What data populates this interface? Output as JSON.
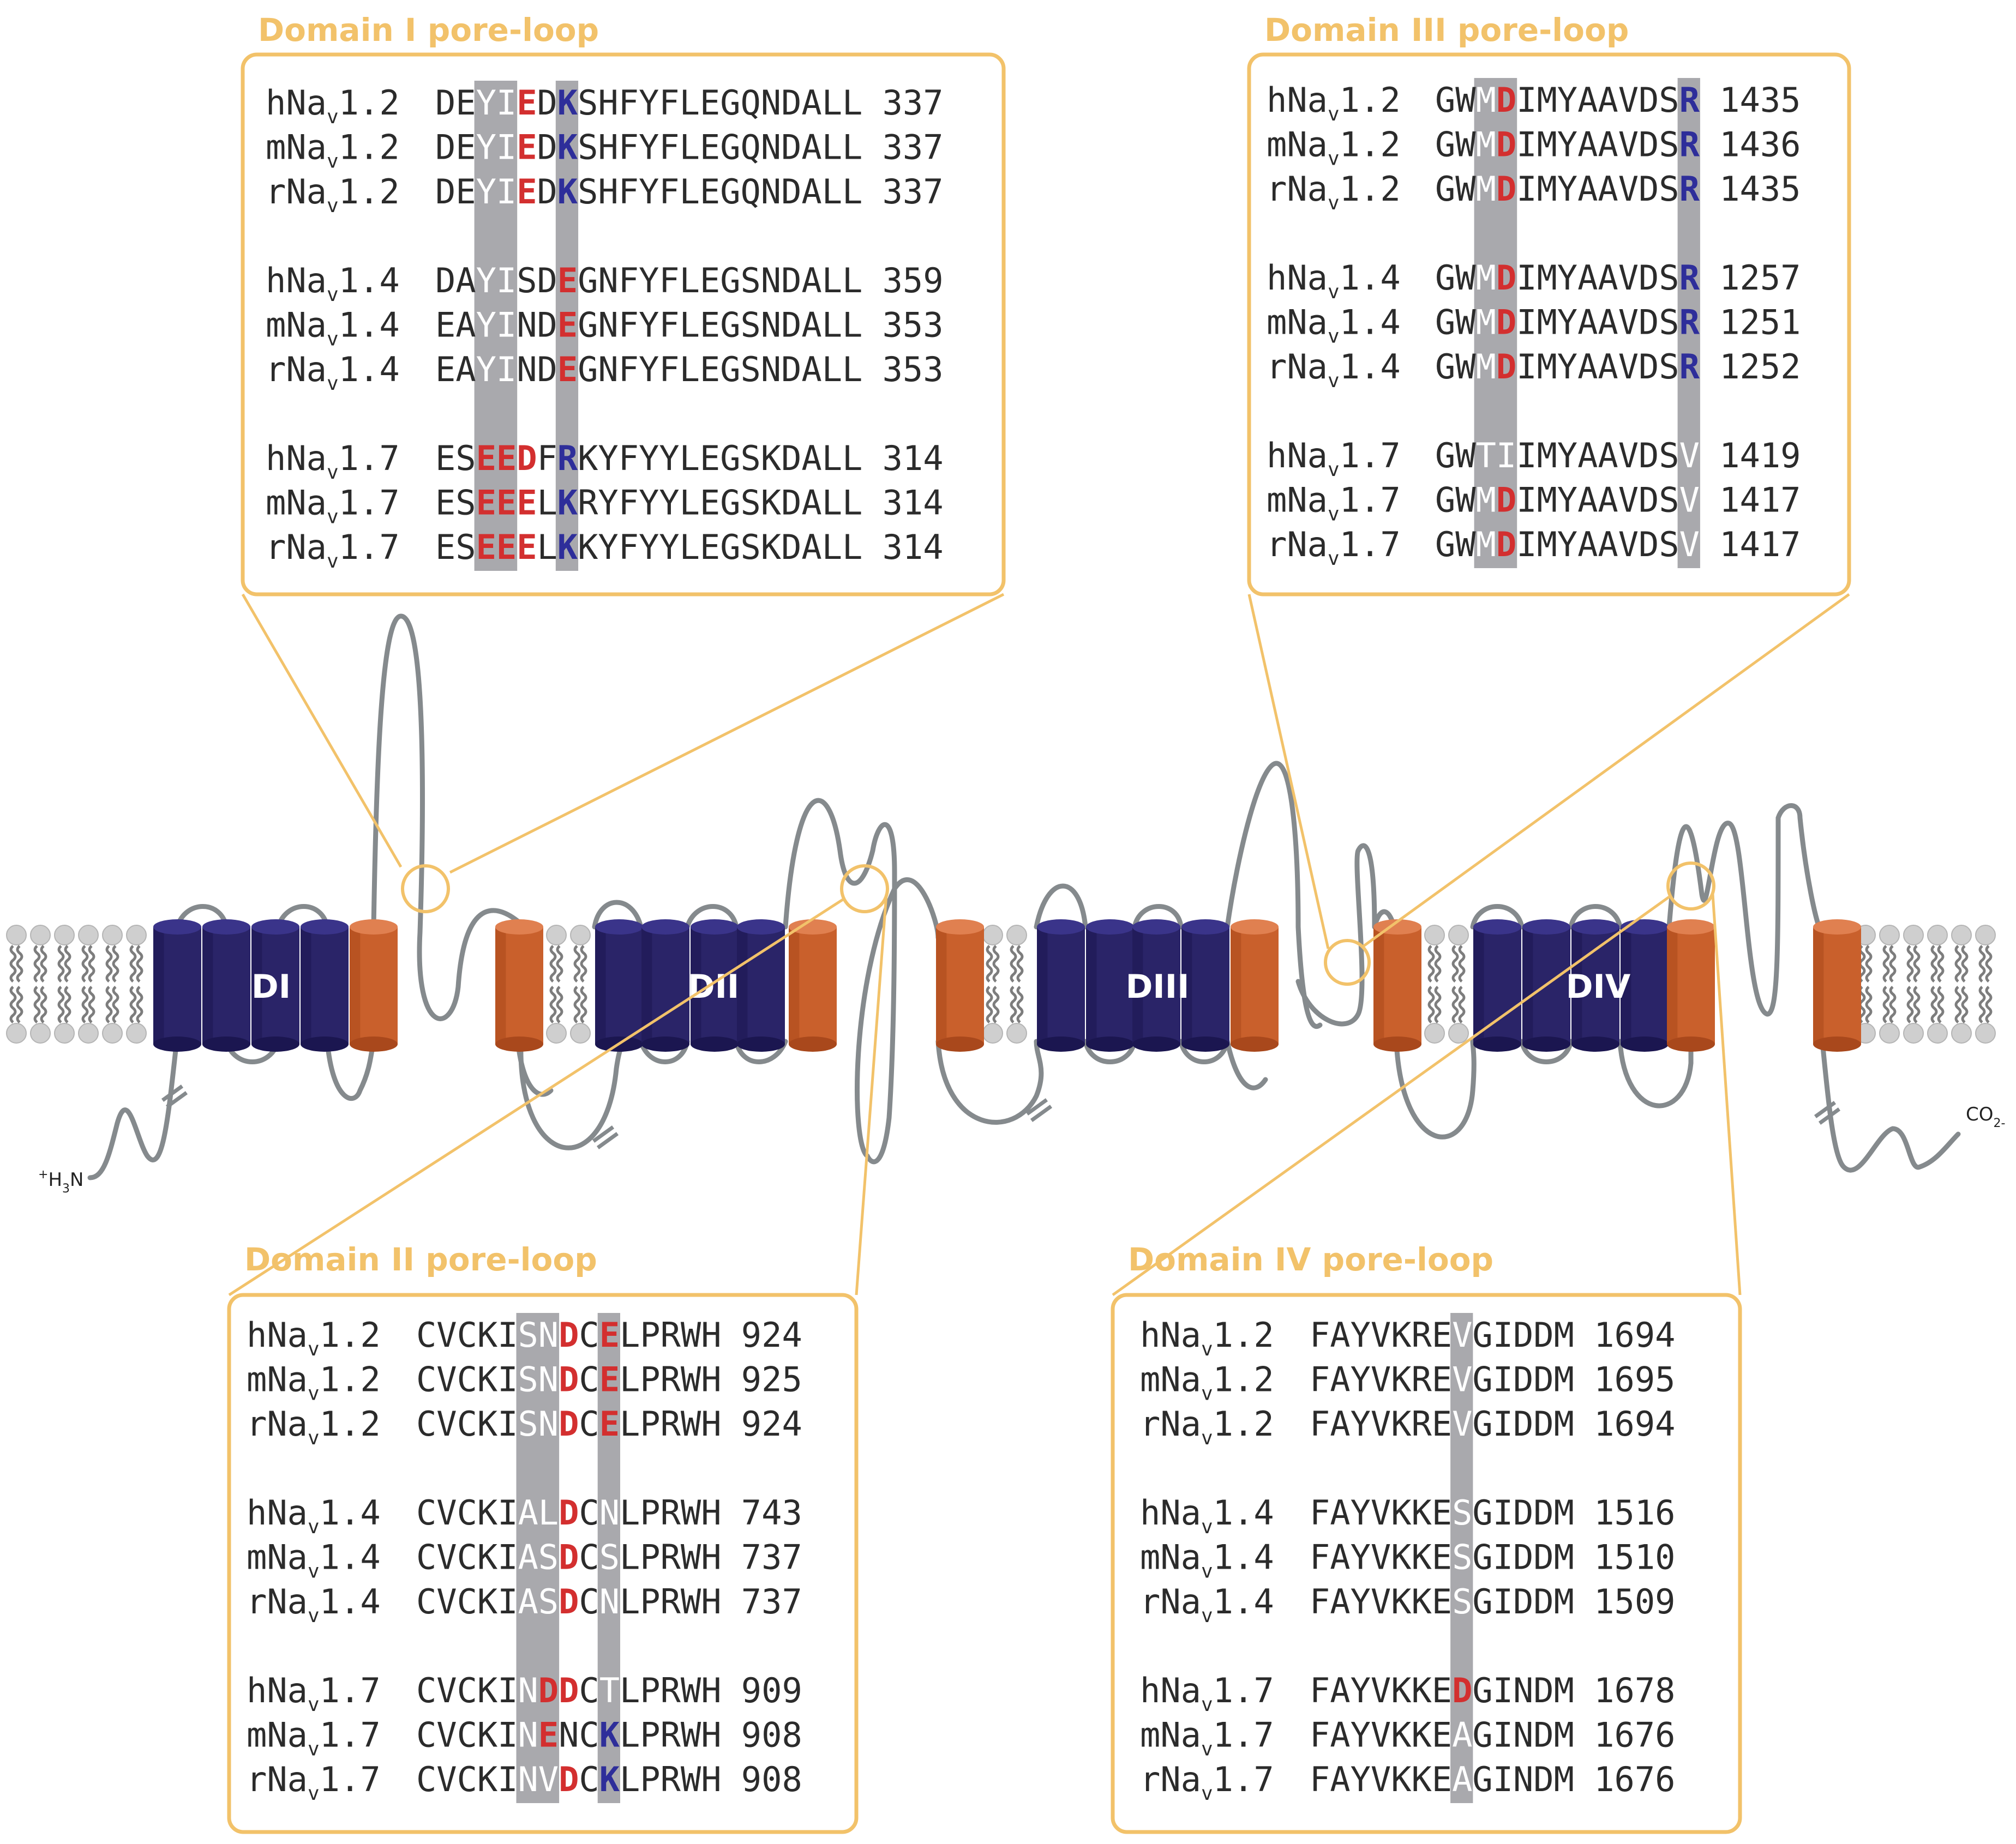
{
  "colors": {
    "box_border": "#f2c26a",
    "highlight_gray": "#a9a9ad",
    "residue_red": "#d32f2f",
    "residue_blue": "#2e2e9a",
    "helix_navy": "#2a2468",
    "helix_orange": "#c9602c",
    "loop_gray": "#858a8d"
  },
  "domains": [
    {
      "id": "DI",
      "label": "DI"
    },
    {
      "id": "DII",
      "label": "DII"
    },
    {
      "id": "DIII",
      "label": "DIII"
    },
    {
      "id": "DIV",
      "label": "DIV"
    }
  ],
  "termini": {
    "n": "+H3N",
    "c": "CO2-"
  },
  "boxes": [
    {
      "id": "domain-1",
      "title": "Domain I pore-loop",
      "rows": [
        {
          "species": "h",
          "subtype": "1.2",
          "seq": "DEYIEDKSHFYFLEGQNDALL",
          "num": "337",
          "red": [
            4
          ],
          "blue": [
            6
          ]
        },
        {
          "species": "m",
          "subtype": "1.2",
          "seq": "DEYIEDKSHFYFLEGQNDALL",
          "num": "337",
          "red": [
            4
          ],
          "blue": [
            6
          ]
        },
        {
          "species": "r",
          "subtype": "1.2",
          "seq": "DEYIEDKSHFYFLEGQNDALL",
          "num": "337",
          "red": [
            4
          ],
          "blue": [
            6
          ]
        },
        {
          "species": "h",
          "subtype": "1.4",
          "seq": "DAYISDEGNFYFLEGSNDALL",
          "num": "359",
          "red": [
            6
          ],
          "blue": []
        },
        {
          "species": "m",
          "subtype": "1.4",
          "seq": "EAYINDEGNFYFLEGSNDALL",
          "num": "353",
          "red": [
            6
          ],
          "blue": []
        },
        {
          "species": "r",
          "subtype": "1.4",
          "seq": "EAYINDEGNFYFLEGSNDALL",
          "num": "353",
          "red": [
            6
          ],
          "blue": []
        },
        {
          "species": "h",
          "subtype": "1.7",
          "seq": "ESEEDFRKYFYYLEGSKDALL",
          "num": "314",
          "red": [
            2,
            3,
            4
          ],
          "blue": [
            6
          ]
        },
        {
          "species": "m",
          "subtype": "1.7",
          "seq": "ESEEELKRYFYYLEGSKDALL",
          "num": "314",
          "red": [
            2,
            3,
            4
          ],
          "blue": [
            6
          ]
        },
        {
          "species": "r",
          "subtype": "1.7",
          "seq": "ESEEELKKYFYYLEGSKDALL",
          "num": "314",
          "red": [
            2,
            3,
            4
          ],
          "blue": [
            6
          ]
        }
      ]
    },
    {
      "id": "domain-3",
      "title": "Domain III pore-loop",
      "rows": [
        {
          "species": "h",
          "subtype": "1.2",
          "seq": "GWMDIMYAAVDSR",
          "num": "1435",
          "red": [
            3
          ],
          "blue": [
            12
          ]
        },
        {
          "species": "m",
          "subtype": "1.2",
          "seq": "GWMDIMYAAVDSR",
          "num": "1436",
          "red": [
            3
          ],
          "blue": [
            12
          ]
        },
        {
          "species": "r",
          "subtype": "1.2",
          "seq": "GWMDIMYAAVDSR",
          "num": "1435",
          "red": [
            3
          ],
          "blue": [
            12
          ]
        },
        {
          "species": "h",
          "subtype": "1.4",
          "seq": "GWMDIMYAAVDSR",
          "num": "1257",
          "red": [
            3
          ],
          "blue": [
            12
          ]
        },
        {
          "species": "m",
          "subtype": "1.4",
          "seq": "GWMDIMYAAVDSR",
          "num": "1251",
          "red": [
            3
          ],
          "blue": [
            12
          ]
        },
        {
          "species": "r",
          "subtype": "1.4",
          "seq": "GWMDIMYAAVDSR",
          "num": "1252",
          "red": [
            3
          ],
          "blue": [
            12
          ]
        },
        {
          "species": "h",
          "subtype": "1.7",
          "seq": "GWTIIMYAAVDSV",
          "num": "1419",
          "red": [],
          "blue": []
        },
        {
          "species": "m",
          "subtype": "1.7",
          "seq": "GWMDIMYAAVDSV",
          "num": "1417",
          "red": [
            3
          ],
          "blue": []
        },
        {
          "species": "r",
          "subtype": "1.7",
          "seq": "GWMDIMYAAVDSV",
          "num": "1417",
          "red": [
            3
          ],
          "blue": []
        }
      ]
    },
    {
      "id": "domain-2",
      "title": "Domain II pore-loop",
      "rows": [
        {
          "species": "h",
          "subtype": "1.2",
          "seq": "CVCKISNDCELPRWH",
          "num": "924",
          "red": [
            7,
            9
          ],
          "blue": []
        },
        {
          "species": "m",
          "subtype": "1.2",
          "seq": "CVCKISNDCELPRWH",
          "num": "925",
          "red": [
            7,
            9
          ],
          "blue": []
        },
        {
          "species": "r",
          "subtype": "1.2",
          "seq": "CVCKISNDCELPRWH",
          "num": "924",
          "red": [
            7,
            9
          ],
          "blue": []
        },
        {
          "species": "h",
          "subtype": "1.4",
          "seq": "CVCKIALDCNLPRWH",
          "num": "743",
          "red": [
            7
          ],
          "blue": []
        },
        {
          "species": "m",
          "subtype": "1.4",
          "seq": "CVCKIASDCSLPRWH",
          "num": "737",
          "red": [
            7
          ],
          "blue": []
        },
        {
          "species": "r",
          "subtype": "1.4",
          "seq": "CVCKIASDCNLPRWH",
          "num": "737",
          "red": [
            7
          ],
          "blue": []
        },
        {
          "species": "h",
          "subtype": "1.7",
          "seq": "CVCKINDDCTLPRWH",
          "num": "909",
          "red": [
            6,
            7
          ],
          "blue": []
        },
        {
          "species": "m",
          "subtype": "1.7",
          "seq": "CVCKINENCKLPRWH",
          "num": "908",
          "red": [
            6
          ],
          "blue": [
            9
          ]
        },
        {
          "species": "r",
          "subtype": "1.7",
          "seq": "CVCKINVDCKLPRWH",
          "num": "908",
          "red": [
            7
          ],
          "blue": [
            9
          ]
        }
      ]
    },
    {
      "id": "domain-4",
      "title": "Domain IV pore-loop",
      "rows": [
        {
          "species": "h",
          "subtype": "1.2",
          "seq": "FAYVKREVGIDDM",
          "num": "1694",
          "red": [],
          "blue": []
        },
        {
          "species": "m",
          "subtype": "1.2",
          "seq": "FAYVKREVGIDDM",
          "num": "1695",
          "red": [],
          "blue": []
        },
        {
          "species": "r",
          "subtype": "1.2",
          "seq": "FAYVKREVGIDDM",
          "num": "1694",
          "red": [],
          "blue": []
        },
        {
          "species": "h",
          "subtype": "1.4",
          "seq": "FAYVKKESGIDDM",
          "num": "1516",
          "red": [],
          "blue": []
        },
        {
          "species": "m",
          "subtype": "1.4",
          "seq": "FAYVKKESGIDDM",
          "num": "1510",
          "red": [],
          "blue": []
        },
        {
          "species": "r",
          "subtype": "1.4",
          "seq": "FAYVKKESGIDDM",
          "num": "1509",
          "red": [],
          "blue": []
        },
        {
          "species": "h",
          "subtype": "1.7",
          "seq": "FAYVKKEDGINDM",
          "num": "1678",
          "red": [
            7
          ],
          "blue": []
        },
        {
          "species": "m",
          "subtype": "1.7",
          "seq": "FAYVKKEAGINDM",
          "num": "1676",
          "red": [],
          "blue": []
        },
        {
          "species": "r",
          "subtype": "1.7",
          "seq": "FAYVKKEAGINDM",
          "num": "1676",
          "red": [],
          "blue": []
        }
      ]
    }
  ]
}
